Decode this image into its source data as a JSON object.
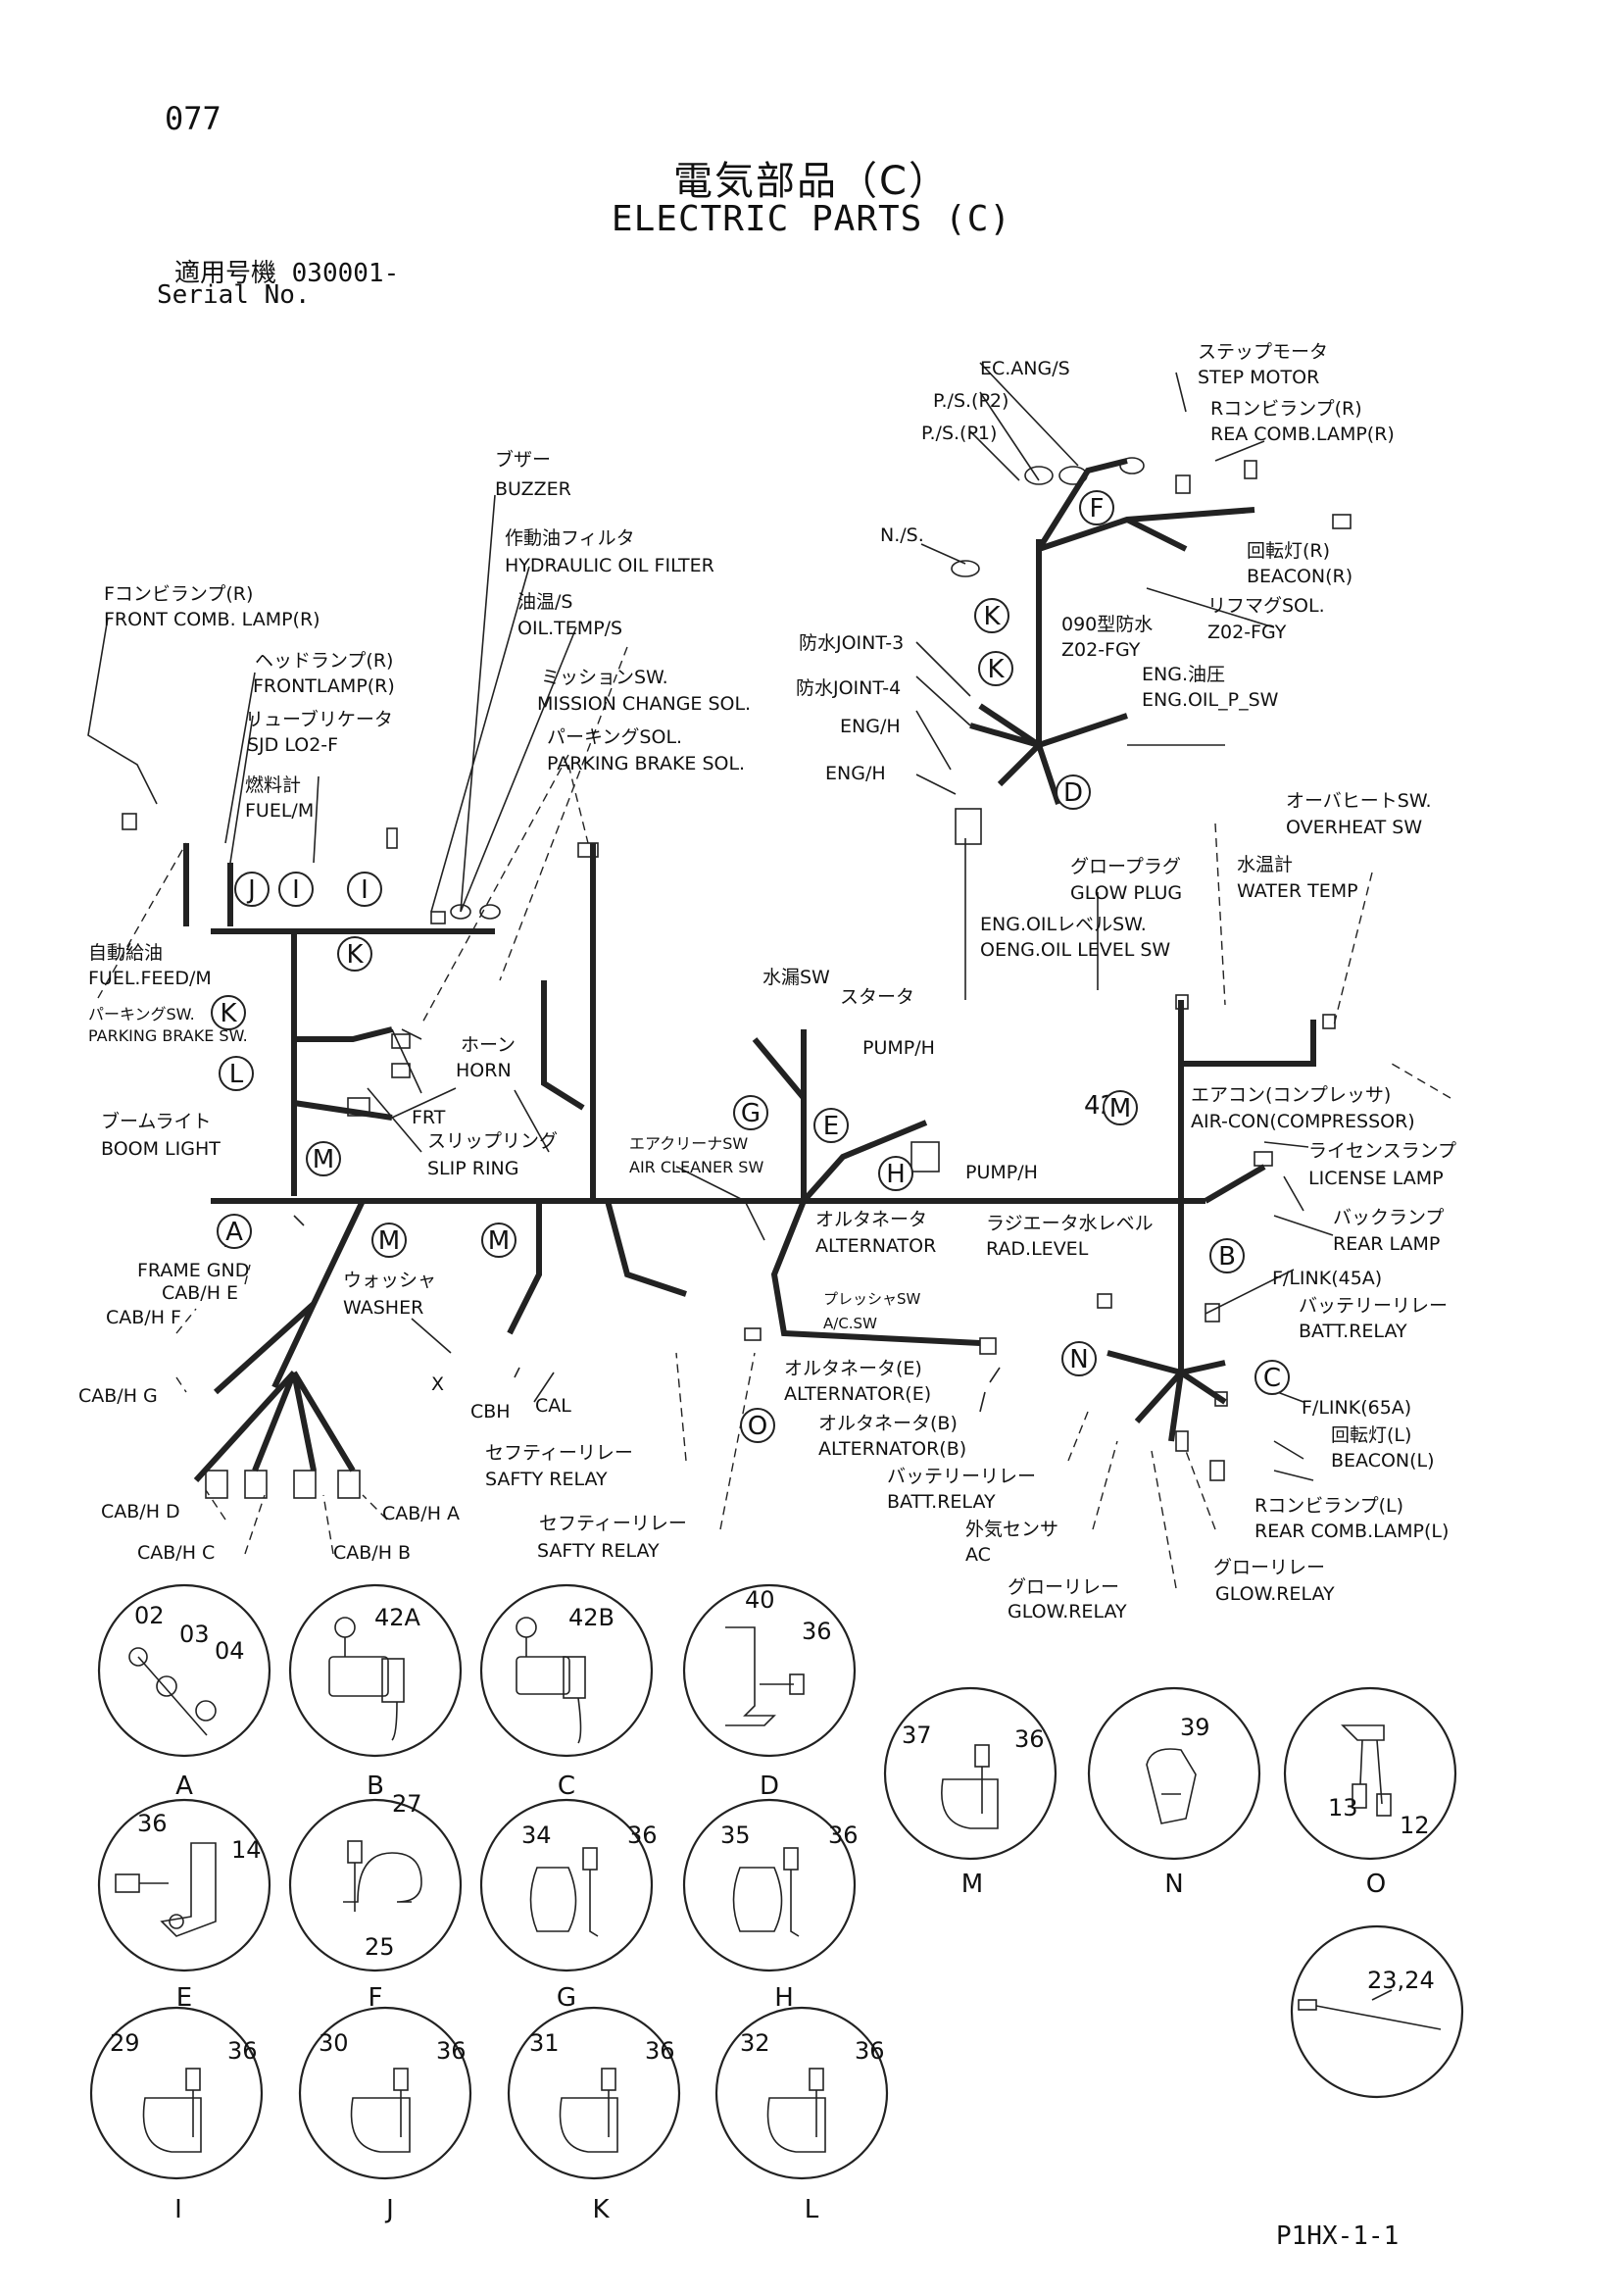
{
  "page_number": "077",
  "title_jp": "電気部品（C）",
  "title_en": "ELECTRIC PARTS (C)",
  "serial_jp": "適用号機 030001-",
  "serial_en": "Serial No.",
  "doc_ref": "P1HX-1-1",
  "labels": [
    {
      "jp": "ブザー",
      "en": "BUZZER"
    },
    {
      "jp": "作動油フィルタ",
      "en": "HYDRAULIC OIL FILTER"
    },
    {
      "jp": "油温/S",
      "en": "OIL.TEMP/S"
    },
    {
      "jp": "ミッションSW.",
      "en": "MISSION CHANGE SOL."
    },
    {
      "jp": "パーキングSOL.",
      "en": "PARKING BRAKE SOL."
    },
    {
      "jp": "Fコンビランプ(R)",
      "en": "FRONT COMB. LAMP(R)"
    },
    {
      "jp": "ヘッドランプ(R)",
      "en": "FRONTLAMP(R)"
    },
    {
      "jp": "リューブリケータ",
      "en": "SJD LO2-F"
    },
    {
      "jp": "燃料計",
      "en": "FUEL/M"
    },
    {
      "jp": "自動給油",
      "en": "FUEL.FEED/M"
    },
    {
      "jp": "パーキングSW.",
      "en": "PARKING BRAKE SW."
    },
    {
      "jp": "ホーン",
      "en": "HORN"
    },
    {
      "jp": "",
      "en": "FRT"
    },
    {
      "jp": "ブームライト",
      "en": "BOOM LIGHT"
    },
    {
      "jp": "スリップリング",
      "en": "SLIP RING"
    },
    {
      "jp": "エアクリーナSW",
      "en": "AIR CLEANER SW"
    },
    {
      "jp": "",
      "en": "FRAME GND"
    },
    {
      "jp": "",
      "en": "CAB/H E"
    },
    {
      "jp": "",
      "en": "CAB/H F"
    },
    {
      "jp": "",
      "en": "CAB/H G"
    },
    {
      "jp": "ウォッシャ",
      "en": "WASHER"
    },
    {
      "jp": "",
      "en": "X"
    },
    {
      "jp": "",
      "en": "CBH"
    },
    {
      "jp": "",
      "en": "CAL"
    },
    {
      "jp": "",
      "en": "CAB/H D"
    },
    {
      "jp": "",
      "en": "CAB/H C"
    },
    {
      "jp": "",
      "en": "CAB/H B"
    },
    {
      "jp": "",
      "en": "CAB/H A"
    },
    {
      "jp": "セフティーリレー",
      "en": "SAFTY RELAY"
    },
    {
      "jp": "セフティーリレー",
      "en": "SAFTY RELAY"
    },
    {
      "jp": "",
      "en": "EC.ANG/S"
    },
    {
      "jp": "",
      "en": "P./S.(P2)"
    },
    {
      "jp": "",
      "en": "P./S.(P1)"
    },
    {
      "jp": "ステップモータ",
      "en": "STEP MOTOR"
    },
    {
      "jp": "Rコンビランプ(R)",
      "en": "REA COMB.LAMP(R)"
    },
    {
      "jp": "",
      "en": "N./S."
    },
    {
      "jp": "回転灯(R)",
      "en": "BEACON(R)"
    },
    {
      "jp": "リフマグSOL.",
      "en": "Z02-FGY"
    },
    {
      "jp": "090型防水",
      "en": "Z02-FGY"
    },
    {
      "jp": "防水JOINT-3",
      "en": ""
    },
    {
      "jp": "防水JOINT-4",
      "en": ""
    },
    {
      "jp": "ENG.油圧",
      "en": "ENG.OIL_P_SW"
    },
    {
      "jp": "",
      "en": "ENG/H"
    },
    {
      "jp": "",
      "en": "ENG/H"
    },
    {
      "jp": "オーバヒートSW.",
      "en": "OVERHEAT SW"
    },
    {
      "jp": "グロープラグ",
      "en": "GLOW PLUG"
    },
    {
      "jp": "水温計",
      "en": "WATER TEMP"
    },
    {
      "jp": "ENG.OILレベルSW.",
      "en": "OENG.OIL LEVEL SW"
    },
    {
      "jp": "水漏SW",
      "en": ""
    },
    {
      "jp": "スタータ",
      "en": ""
    },
    {
      "jp": "",
      "en": "PUMP/H"
    },
    {
      "jp": "",
      "en": "PUMP/H"
    },
    {
      "jp": "エアコン(コンプレッサ)",
      "en": "AIR-CON(COMPRESSOR)"
    },
    {
      "jp": "ライセンスランプ",
      "en": "LICENSE LAMP"
    },
    {
      "jp": "バックランプ",
      "en": "REAR LAMP"
    },
    {
      "jp": "オルタネータ",
      "en": "ALTERNATOR"
    },
    {
      "jp": "ラジエータ水レベル",
      "en": "RAD.LEVEL"
    },
    {
      "jp": "プレッシャSW",
      "en": "A/C.SW"
    },
    {
      "jp": "",
      "en": "F/LINK(45A)"
    },
    {
      "jp": "バッテリーリレー",
      "en": "BATT.RELAY"
    },
    {
      "jp": "オルタネータ(E)",
      "en": "ALTERNATOR(E)"
    },
    {
      "jp": "オルタネータ(B)",
      "en": "ALTERNATOR(B)"
    },
    {
      "jp": "バッテリーリレー",
      "en": "BATT.RELAY"
    },
    {
      "jp": "外気センサ",
      "en": "AC"
    },
    {
      "jp": "グローリレー",
      "en": "GLOW.RELAY"
    },
    {
      "jp": "グローリレー",
      "en": "GLOW.RELAY"
    },
    {
      "jp": "",
      "en": "F/LINK(65A)"
    },
    {
      "jp": "回転灯(L)",
      "en": "BEACON(L)"
    },
    {
      "jp": "Rコンビランプ(L)",
      "en": "REAR COMB.LAMP(L)"
    }
  ],
  "callouts": [
    "J",
    "I",
    "I",
    "K",
    "K",
    "L",
    "M",
    "M",
    "M",
    "A",
    "K",
    "K",
    "F",
    "D",
    "G",
    "E",
    "H",
    "M",
    "B",
    "C",
    "N",
    "O"
  ],
  "callout_42": "42",
  "details": [
    {
      "letter": "A",
      "parts": [
        "02",
        "03",
        "04"
      ]
    },
    {
      "letter": "B",
      "parts": [
        "42A"
      ]
    },
    {
      "letter": "C",
      "parts": [
        "42B"
      ]
    },
    {
      "letter": "D",
      "parts": [
        "40",
        "36"
      ]
    },
    {
      "letter": "E",
      "parts": [
        "36",
        "14"
      ]
    },
    {
      "letter": "F",
      "parts": [
        "27",
        "25"
      ]
    },
    {
      "letter": "G",
      "parts": [
        "34",
        "36"
      ]
    },
    {
      "letter": "H",
      "parts": [
        "35",
        "36"
      ]
    },
    {
      "letter": "I",
      "parts": [
        "29",
        "36"
      ]
    },
    {
      "letter": "J",
      "parts": [
        "30",
        "36"
      ]
    },
    {
      "letter": "K",
      "parts": [
        "31",
        "36"
      ]
    },
    {
      "letter": "L",
      "parts": [
        "32",
        "36"
      ]
    },
    {
      "letter": "M",
      "parts": [
        "37",
        "36"
      ]
    },
    {
      "letter": "N",
      "parts": [
        "39"
      ]
    },
    {
      "letter": "O",
      "parts": [
        "13",
        "12"
      ]
    }
  ],
  "cable_tie": "23,24"
}
